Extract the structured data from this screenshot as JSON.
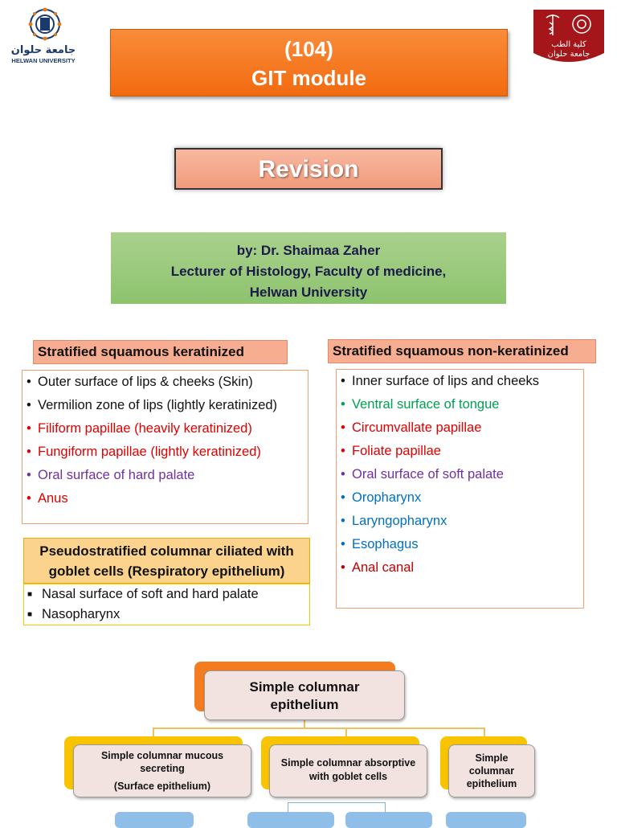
{
  "logos": {
    "left_text_arabic": "جامعة حلوان",
    "left_text": "HELWAN UNIVERSITY",
    "right_text_arabic_1": "كلية الطب",
    "right_text_arabic_2": "جامعة حلوان"
  },
  "title": {
    "line1": "(104)",
    "line2": "GIT module"
  },
  "revision": "Revision",
  "author": {
    "line1": "by: Dr. Shaimaa Zaher",
    "line2": "Lecturer of Histology, Faculty of medicine,",
    "line3": "Helwan University"
  },
  "keratinized": {
    "header": "Stratified squamous keratinized",
    "items": [
      {
        "text": "Outer surface of lips & cheeks (Skin)",
        "color": "black"
      },
      {
        "text": "Vermilion zone of lips (lightly keratinized)",
        "color": "black"
      },
      {
        "text": "Filiform papillae (heavily keratinized)",
        "color": "red"
      },
      {
        "text": "Fungiform papillae (lightly keratinized)",
        "color": "red"
      },
      {
        "text": "Oral surface of hard palate",
        "color": "purple"
      },
      {
        "text": "Anus",
        "color": "red"
      }
    ]
  },
  "non_keratinized": {
    "header": "Stratified squamous non-keratinized",
    "items": [
      {
        "text": "Inner surface of lips and cheeks",
        "color": "black"
      },
      {
        "text": "Ventral surface of tongue",
        "color": "green"
      },
      {
        "text": "Circumvallate papillae",
        "color": "red"
      },
      {
        "text": "Foliate papillae",
        "color": "red"
      },
      {
        "text": "Oral surface of soft palate",
        "color": "purple"
      },
      {
        "text": "Oropharynx",
        "color": "blue"
      },
      {
        "text": "Laryngopharynx",
        "color": "blue"
      },
      {
        "text": "Esophagus",
        "color": "blue"
      },
      {
        "text": "Anal canal",
        "color": "darkred"
      }
    ]
  },
  "pseudostratified": {
    "header_line1": "Pseudostratified columnar ciliated with",
    "header_line2": "goblet cells (Respiratory epithelium)",
    "items": [
      "Nasal surface of soft and hard palate",
      "Nasopharynx"
    ]
  },
  "orgchart": {
    "root": {
      "line1": "Simple columnar",
      "line2": "epithelium"
    },
    "children": [
      {
        "line1": "Simple columnar mucous",
        "line2": "secreting",
        "line3": "(Surface epithelium)"
      },
      {
        "line1": "Simple columnar absorptive",
        "line2": "with goblet cells"
      },
      {
        "line1": "Simple",
        "line2": "columnar",
        "line3": "epithelium"
      }
    ]
  },
  "colors": {
    "title_orange": "#f26a0f",
    "revision_salmon": "#f29b7d",
    "author_green": "#8dc36d",
    "header_salmon": "#f7ad90",
    "pseudo_yellow": "#fcd38c"
  }
}
